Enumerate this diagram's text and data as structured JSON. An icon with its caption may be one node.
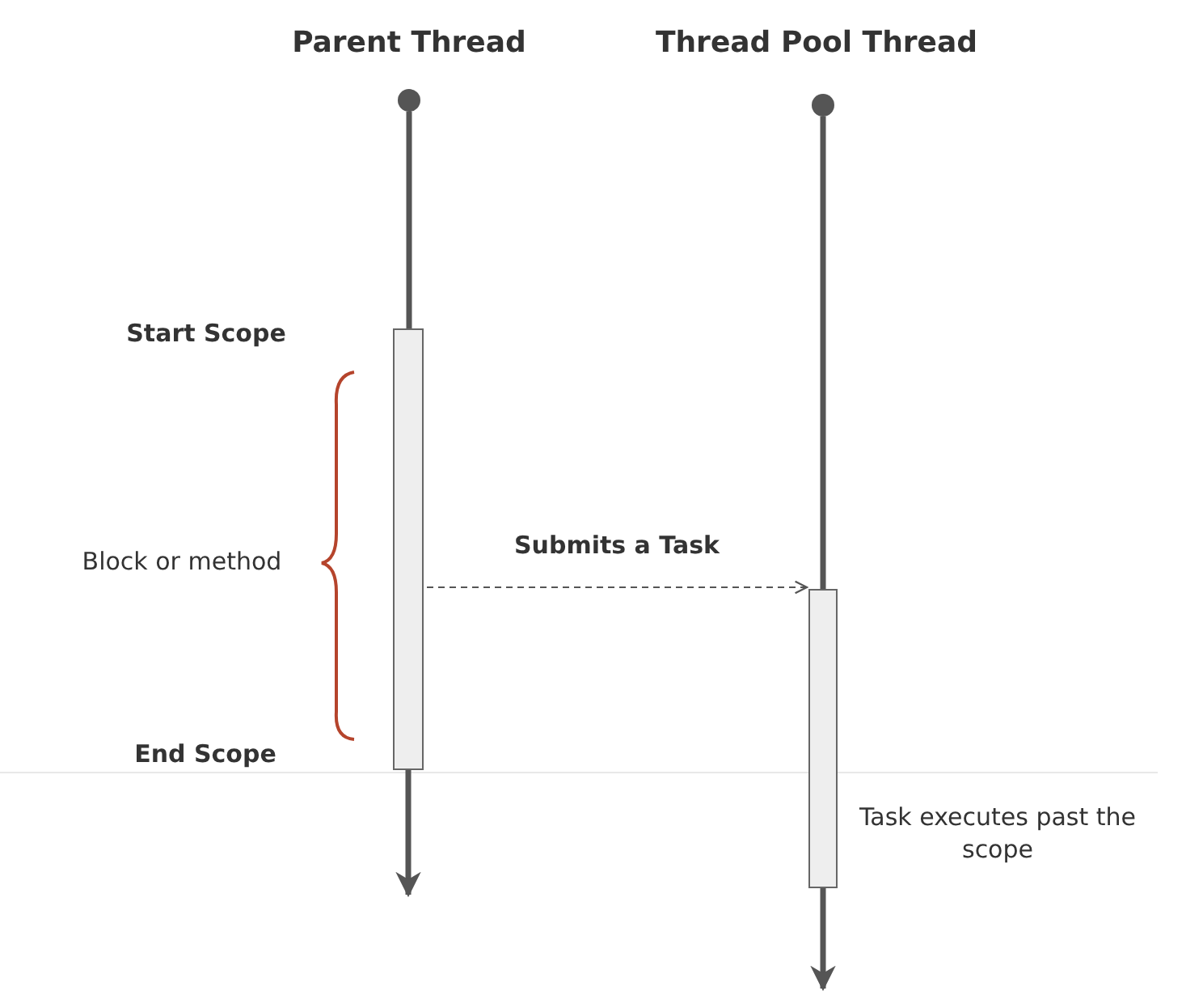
{
  "diagram": {
    "nodes": [
      {
        "text": [
          "Parent Thread"
        ]
      },
      {
        "text": [
          "Thread Pool Thread"
        ]
      },
      {
        "text": [],
        "shape": "circle"
      },
      {
        "text": [],
        "shape": "circle"
      },
      {
        "text": [],
        "shape": "box"
      },
      {
        "text": [],
        "shape": "box",
        "beside": [
          "Task executes past the scope"
        ]
      }
    ],
    "edges": [
      {
        "from": 2,
        "to": 4,
        "arrow": "none"
      },
      {
        "from": 4,
        "to": null,
        "arrow": "to"
      },
      {
        "from": 3,
        "to": 5,
        "arrow": "none"
      },
      {
        "from": 5,
        "to": null,
        "arrow": "to"
      },
      {
        "from": 4,
        "to": 5,
        "arrow": "to",
        "label": "Submits a Task",
        "style": "dashed"
      }
    ],
    "labels": [
      "Start Scope",
      "Block or method",
      "End Scope"
    ]
  }
}
